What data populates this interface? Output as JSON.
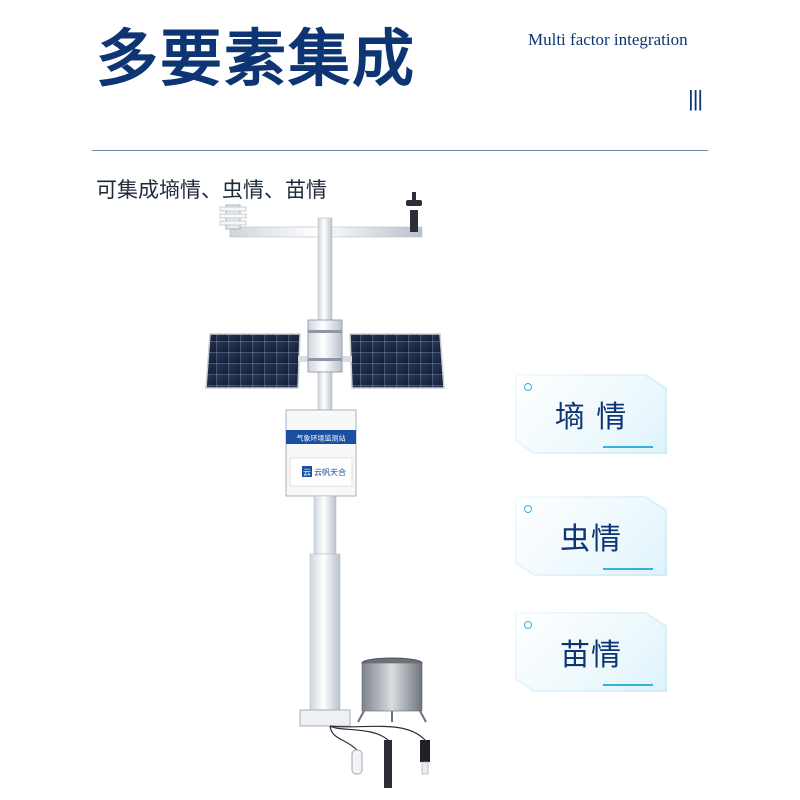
{
  "header": {
    "title": "多要素集成",
    "subtitle_en": "Multi factor integration",
    "bars": "|||"
  },
  "description": "可集成墒情、虫情、苗情",
  "cards": [
    {
      "label": "墒 情"
    },
    {
      "label": "虫情"
    },
    {
      "label": "苗情"
    }
  ],
  "station": {
    "box_label": "气象环境监测站",
    "logo_mark": "云",
    "brand": "云帆天合",
    "colors": {
      "pole": "#f4f6f8",
      "panel": "#1d2a44",
      "accent": "#1b4fa3"
    }
  }
}
